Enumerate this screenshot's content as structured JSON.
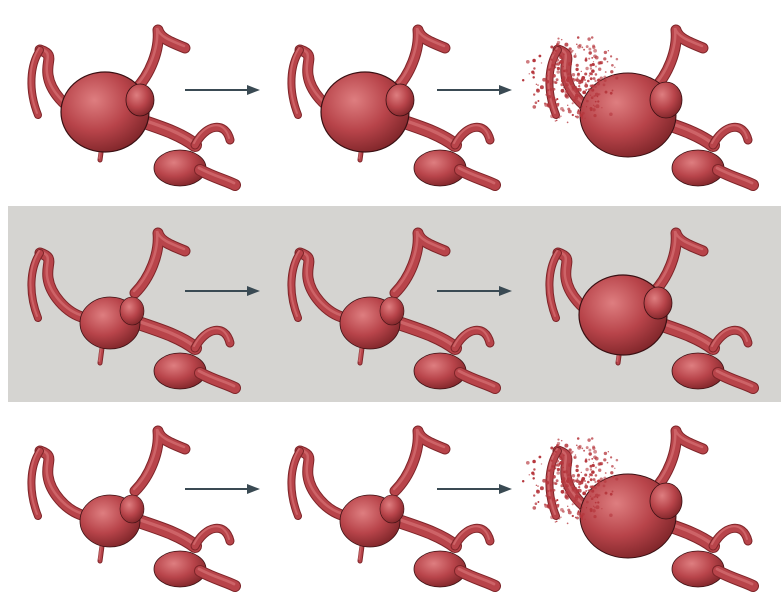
{
  "figure": {
    "rows": [
      {
        "id": "row-1",
        "shaded": false,
        "stages": [
          "enlarged",
          "enlarged",
          "ruptured"
        ]
      },
      {
        "id": "row-2",
        "shaded": true,
        "stages": [
          "small",
          "small",
          "enlarged"
        ]
      },
      {
        "id": "row-3",
        "shaded": false,
        "stages": [
          "small",
          "small",
          "ruptured"
        ]
      }
    ],
    "colors": {
      "vessel": "#b8444a",
      "vessel_highlight": "#de7e80",
      "vessel_shadow": "#7e2529",
      "outline": "#3a1013",
      "blood": "#b5363c",
      "band": "#d5d4d1",
      "arrow": "#3a4a53"
    }
  }
}
